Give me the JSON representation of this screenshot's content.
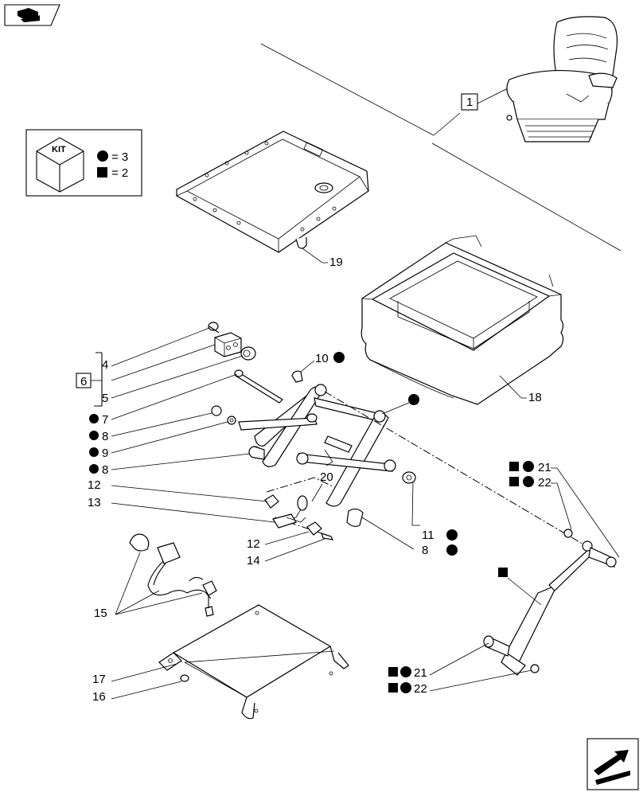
{
  "kit_box": {
    "cube_label": "KIT",
    "legend": [
      {
        "symbol": "circle",
        "text": "= 3"
      },
      {
        "symbol": "square",
        "text": "= 2"
      }
    ]
  },
  "callouts": {
    "c1": "1",
    "c4": "4",
    "c5": "5",
    "c6": "6",
    "c7": "7",
    "c8a": "8",
    "c9": "9",
    "c8b": "8",
    "c10": "10",
    "c11": "11",
    "c8c": "8",
    "c12a": "12",
    "c12b": "12",
    "c13": "13",
    "c14": "14",
    "c15": "15",
    "c16": "16",
    "c17": "17",
    "c18": "18",
    "c19": "19",
    "c20": "20",
    "c21a": "21",
    "c22a": "22",
    "c21b": "21",
    "c22b": "22"
  },
  "icons": {
    "top_left": "book-hand-icon",
    "bottom_right": "next-page-arrow-icon"
  }
}
